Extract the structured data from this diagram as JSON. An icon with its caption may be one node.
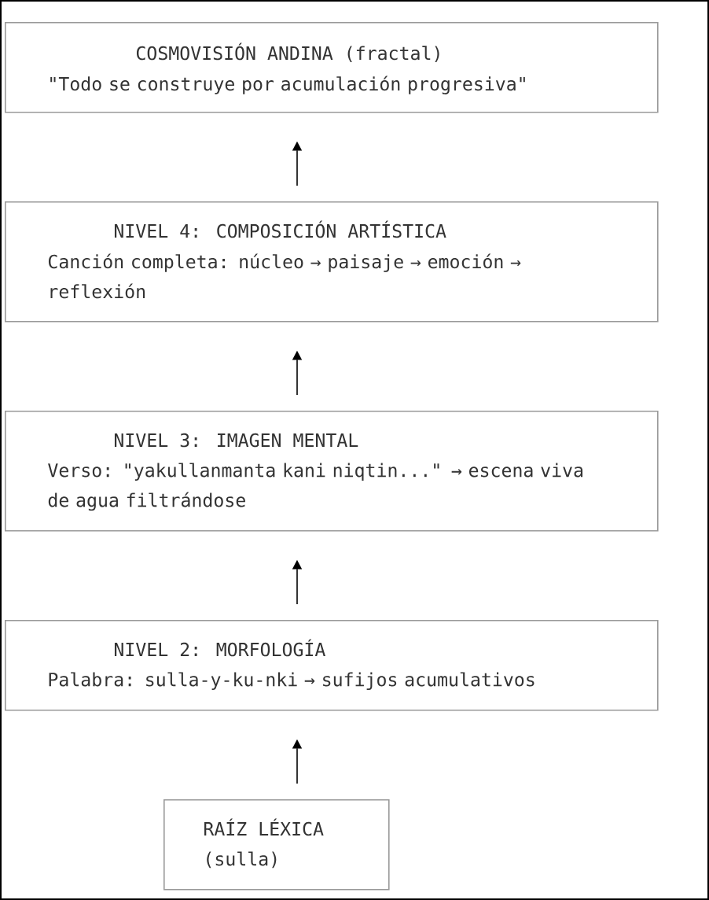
{
  "diagram": {
    "nodes": [
      {
        "text": [
          "COSMOVISIÓN ANDINA (fractal)",
          "\"Todo se construye por acumulación progresiva\""
        ]
      },
      {
        "text": [
          "NIVEL 4: COMPOSICIÓN ARTÍSTICA",
          "Canción completa: núcleo → paisaje → emoción → reflexión"
        ]
      },
      {
        "text": [
          "NIVEL 3: IMAGEN MENTAL",
          "Verso: \"yakullanmanta kani niqtin...\" → escena viva de agua filtrándose"
        ]
      },
      {
        "text": [
          "NIVEL 2: MORFOLOGÍA",
          "Palabra: sulla-y-ku-nki → sufijos acumulativos"
        ]
      },
      {
        "text": [
          "RAÍZ LÉXICA",
          "(sulla)"
        ]
      }
    ],
    "edges": [
      {
        "from": 4,
        "to": 3,
        "arrow": "to"
      },
      {
        "from": 3,
        "to": 2,
        "arrow": "to"
      },
      {
        "from": 2,
        "to": 1,
        "arrow": "to"
      },
      {
        "from": 1,
        "to": 0,
        "arrow": "to"
      }
    ]
  }
}
